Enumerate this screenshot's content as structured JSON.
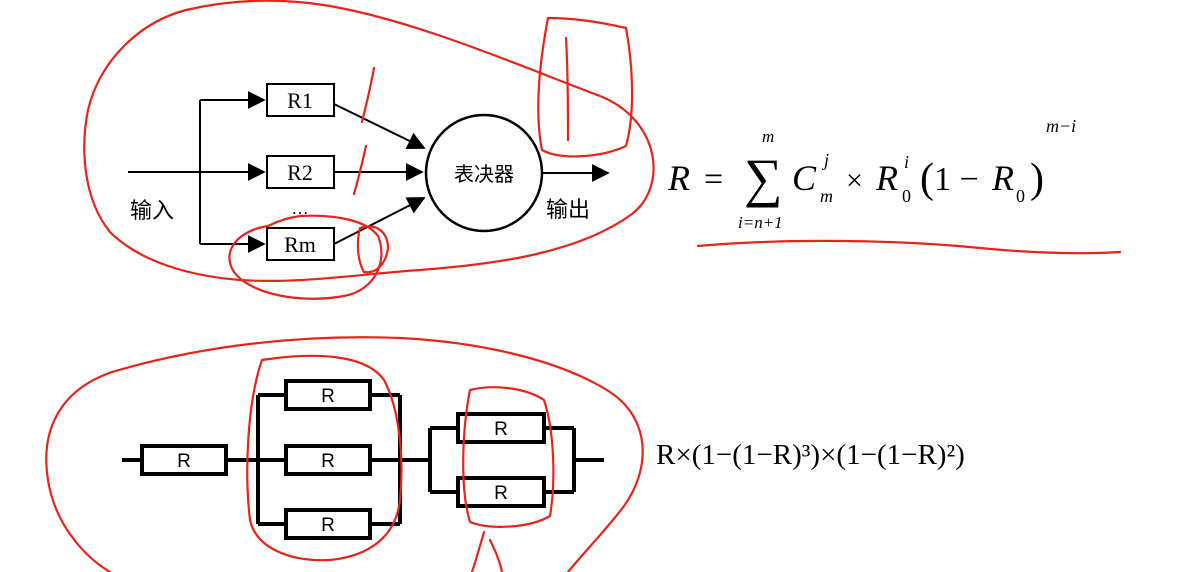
{
  "diagram_top": {
    "input_label": "输入",
    "output_label": "输出",
    "voter_label": "表决器",
    "modules": [
      "R1",
      "R2",
      "Rm"
    ],
    "ellipsis": "…",
    "formula": {
      "lhs": "R",
      "equals": "=",
      "sum_symbol": "∑",
      "sum_upper": "m",
      "sum_lower": "i=n+1",
      "C": "C",
      "C_sub": "m",
      "C_sup": "j",
      "times": "×",
      "R0": "R",
      "R0_sub": "0",
      "R0_sup": "i",
      "paren_open": "(",
      "one_minus": "1 −",
      "R0b": "R",
      "R0b_sub": "0",
      "paren_close": ")",
      "exponent": "m−i"
    }
  },
  "diagram_bottom": {
    "block_label": "R",
    "formula": "R×(1−(1−R)³)×(1−(1−R)²)"
  },
  "colors": {
    "ink": "#000000",
    "annotation_red": "#e8231a"
  }
}
